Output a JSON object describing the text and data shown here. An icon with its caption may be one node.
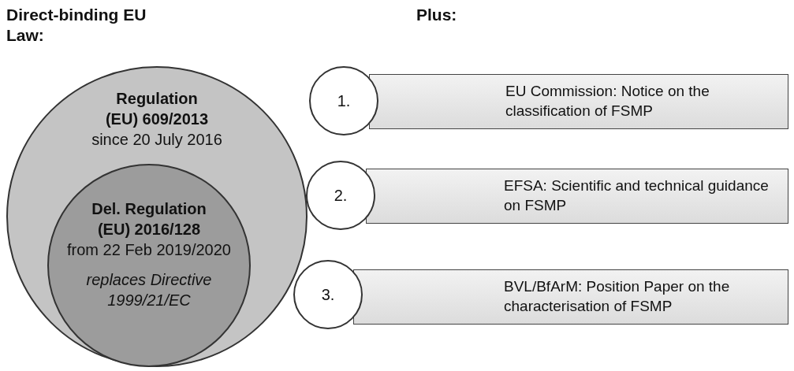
{
  "diagram": {
    "nodes": [
      {
        "text": [
          "Regulation (EU) 609/2013",
          "since 20 July 2016"
        ]
      },
      {
        "text": [
          "Del. Regulation (EU) 2016/128",
          "from 22 Feb 2019/2020",
          "replaces Directive 1999/21/EC"
        ],
        "in": 0
      },
      {
        "text": [
          "1."
        ]
      },
      {
        "text": [
          "EU Commission: Notice on the classification of FSMP"
        ]
      },
      {
        "text": [
          "2."
        ]
      },
      {
        "text": [
          "EFSA: Scientific and technical guidance on FSMP"
        ]
      },
      {
        "text": [
          "3."
        ]
      },
      {
        "text": [
          "BVL/BfArM: Position Paper on the characterisation of FSMP"
        ]
      }
    ],
    "labels": [
      "Direct-binding EU Law:",
      "Plus:"
    ]
  }
}
